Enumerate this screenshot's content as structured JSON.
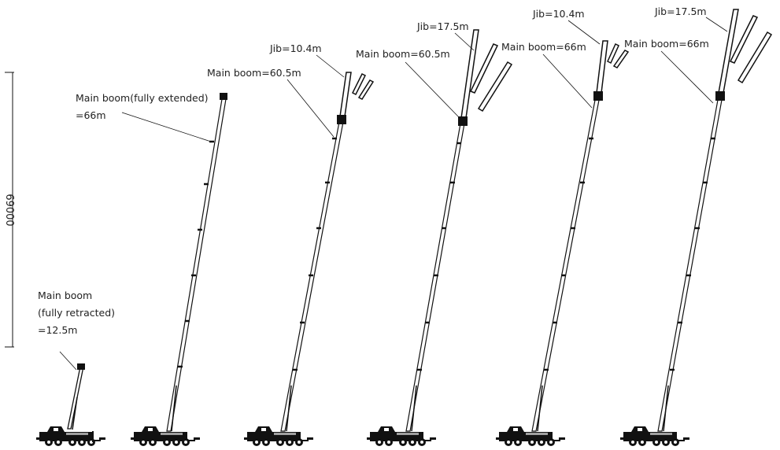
{
  "dimension": {
    "label": "69000"
  },
  "cranes": [
    {
      "id": "crane-1",
      "labels": [
        "Main boom",
        "(fully retracted)",
        "=12.5m"
      ]
    },
    {
      "id": "crane-2",
      "labels": [
        "Main boom(fully extended)",
        "=66m"
      ]
    },
    {
      "id": "crane-3",
      "labels": [
        "Main boom=60.5m",
        "Jib=10.4m"
      ]
    },
    {
      "id": "crane-4",
      "labels": [
        "Main boom=60.5m",
        "Jib=17.5m"
      ]
    },
    {
      "id": "crane-5",
      "labels": [
        "Main boom=66m",
        "Jib=10.4m"
      ]
    },
    {
      "id": "crane-6",
      "labels": [
        "Main boom=66m",
        "Jib=17.5m"
      ]
    }
  ],
  "colors": {
    "line": "#111111",
    "text": "#222222"
  }
}
